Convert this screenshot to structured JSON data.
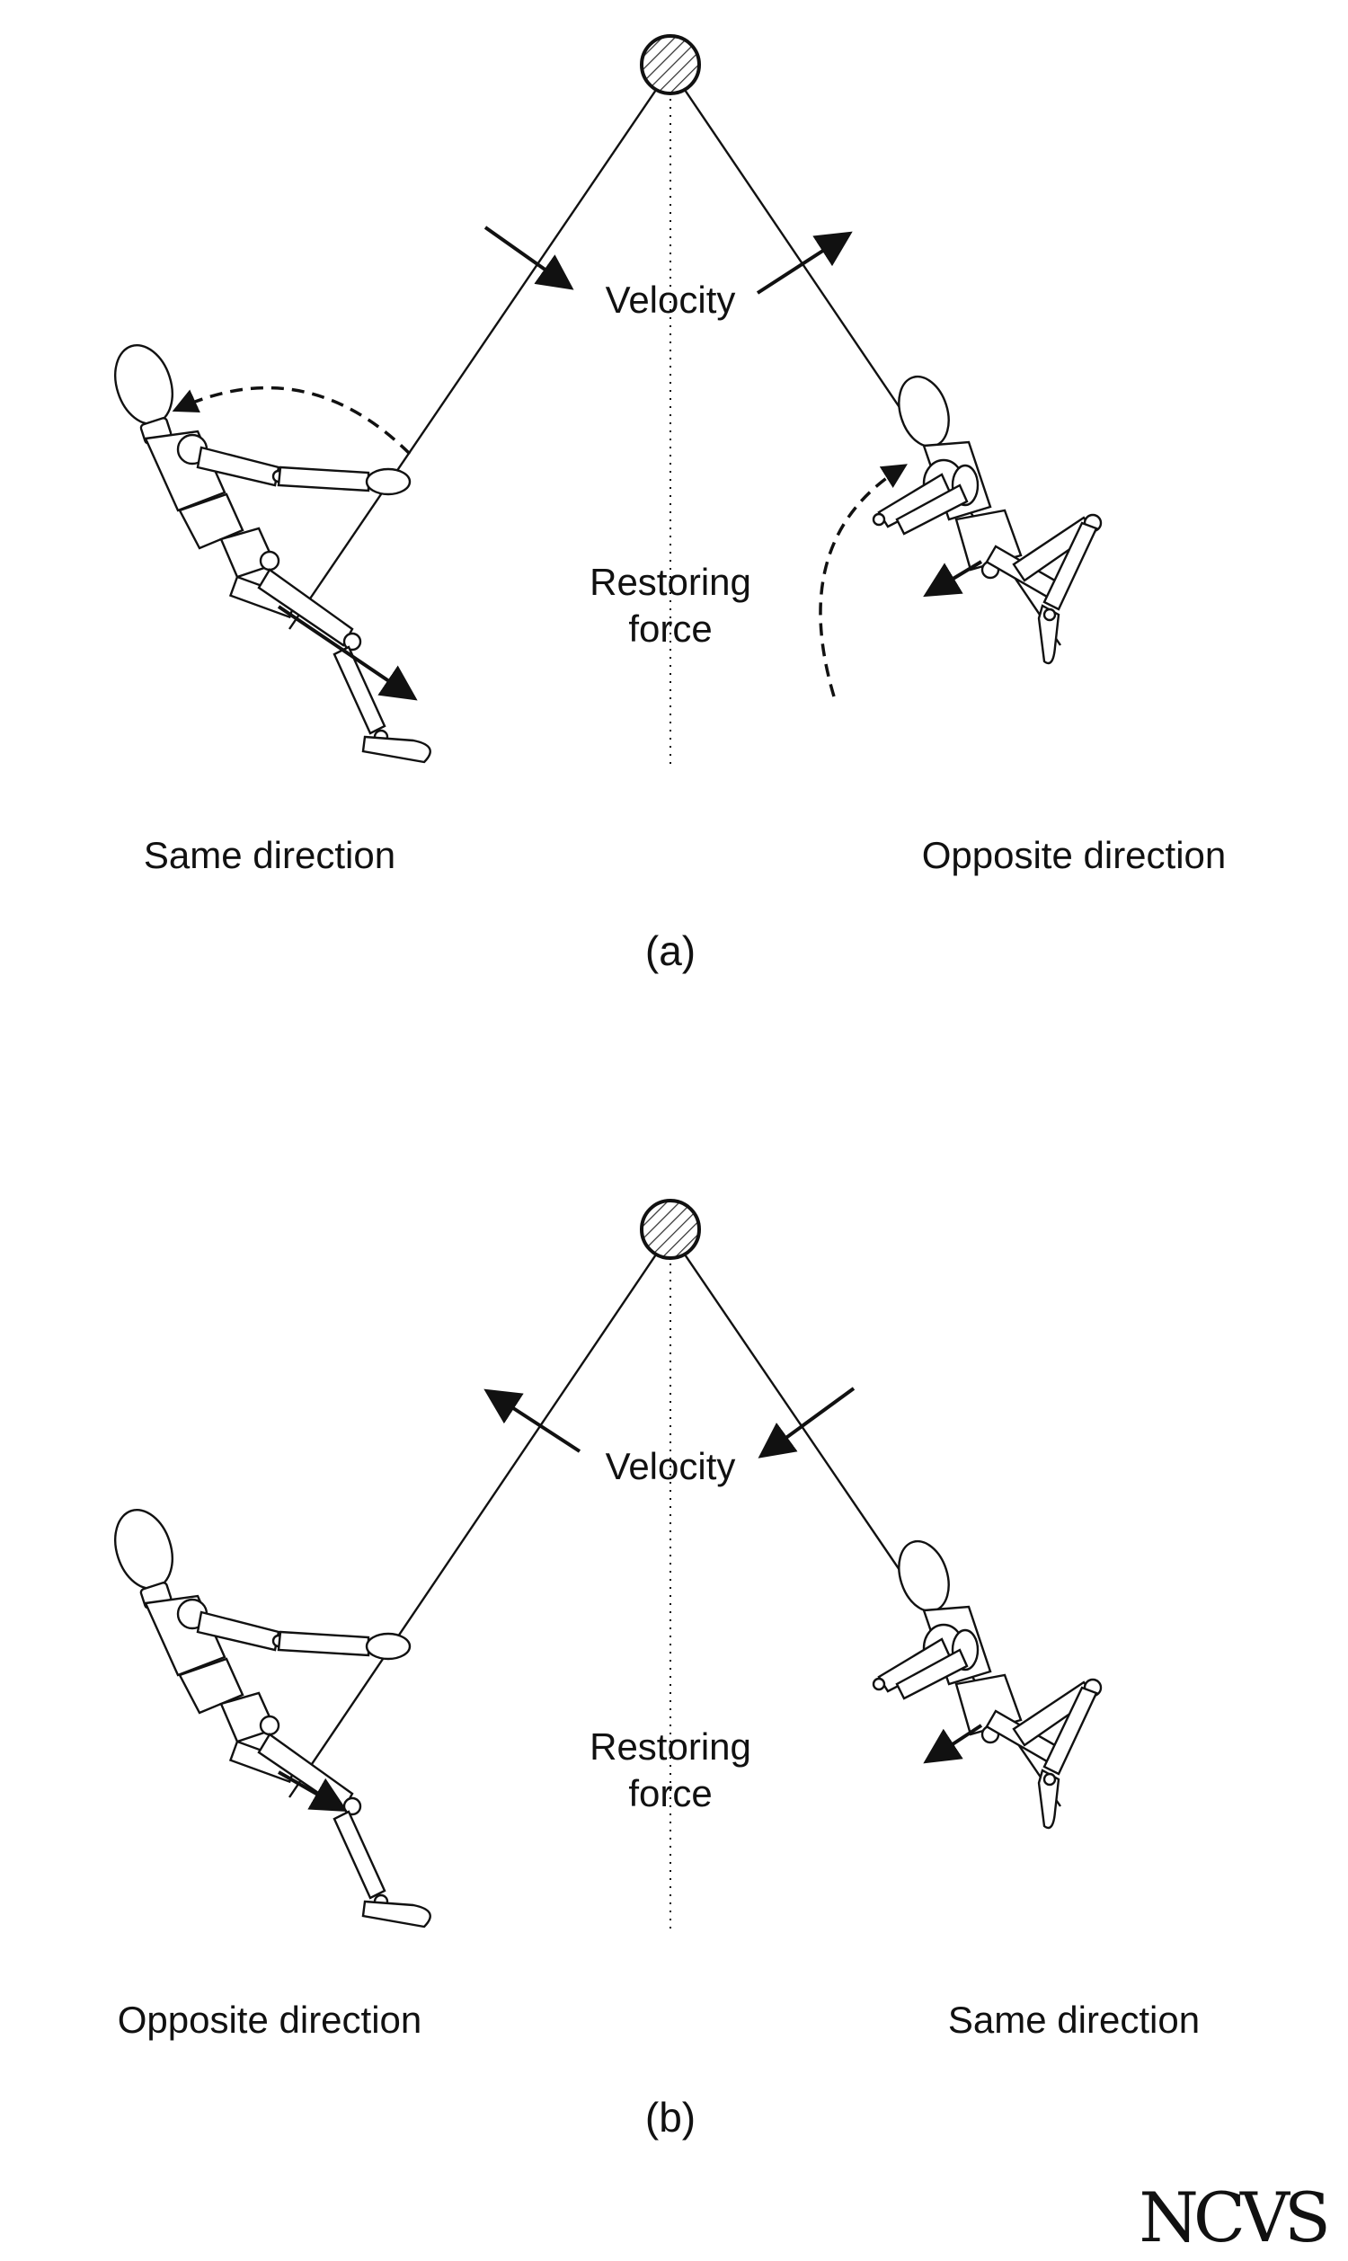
{
  "panels": [
    {
      "caption": "(a)",
      "velocity_label": "Velocity",
      "restoring_force_label_line1": "Restoring",
      "restoring_force_label_line2": "force",
      "left_label": "Same direction",
      "right_label": "Opposite direction"
    },
    {
      "caption": "(b)",
      "velocity_label": "Velocity",
      "restoring_force_label_line1": "Restoring",
      "restoring_force_label_line2": "force",
      "left_label": "Opposite direction",
      "right_label": "Same direction"
    }
  ],
  "logo": "NCVS",
  "colors": {
    "ink": "#111111",
    "background": "#ffffff"
  }
}
